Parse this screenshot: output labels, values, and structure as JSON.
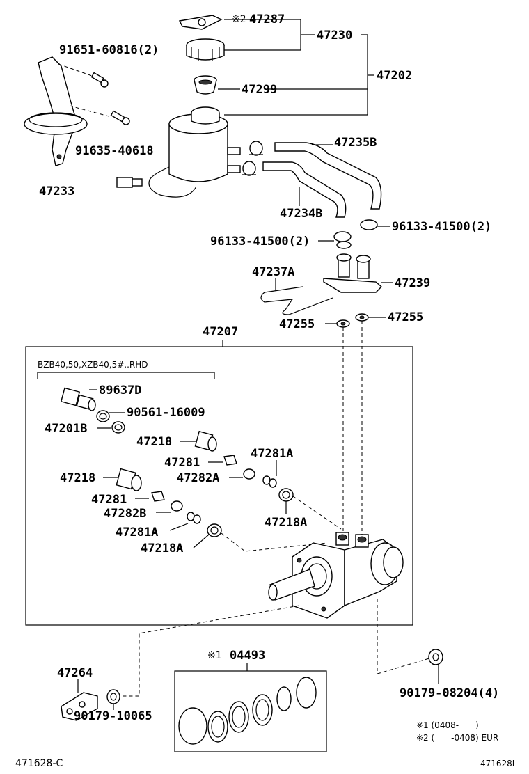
{
  "labels": {
    "p47287_prefix": "※2",
    "p47287": "47287",
    "p47230": "47230",
    "p47202": "47202",
    "p47299": "47299",
    "p91651": "91651-60816(2)",
    "p91635": "91635-40618",
    "p47233": "47233",
    "p47235B": "47235B",
    "p47234B": "47234B",
    "p96133_right": "96133-41500(2)",
    "p96133_left": "96133-41500(2)",
    "p47237A": "47237A",
    "p47239": "47239",
    "p47255_left": "47255",
    "p47255_right": "47255",
    "p47207": "47207",
    "rhd_note": "BZB40,50,XZB40,5#..RHD",
    "p89637D": "89637D",
    "p90561": "90561-16009",
    "p47201B": "47201B",
    "p47218_a": "47218",
    "p47281_a": "47281",
    "p47281A_a": "47281A",
    "p47282A": "47282A",
    "p47218_b": "47218",
    "p47281_b": "47281",
    "p47282B": "47282B",
    "p47281A_b": "47281A",
    "p47218A_a": "47218A",
    "p47218A_b": "47218A",
    "p04493_prefix": "※1",
    "p04493": "04493",
    "p47264": "47264",
    "p90179_10065": "90179-10065",
    "p90179_08204": "90179-08204(4)",
    "note1": "※1 (0408-　　)",
    "note2": "※2 (　　-0408) EUR",
    "footer_left": "471628-C",
    "footer_right": "471628L"
  }
}
